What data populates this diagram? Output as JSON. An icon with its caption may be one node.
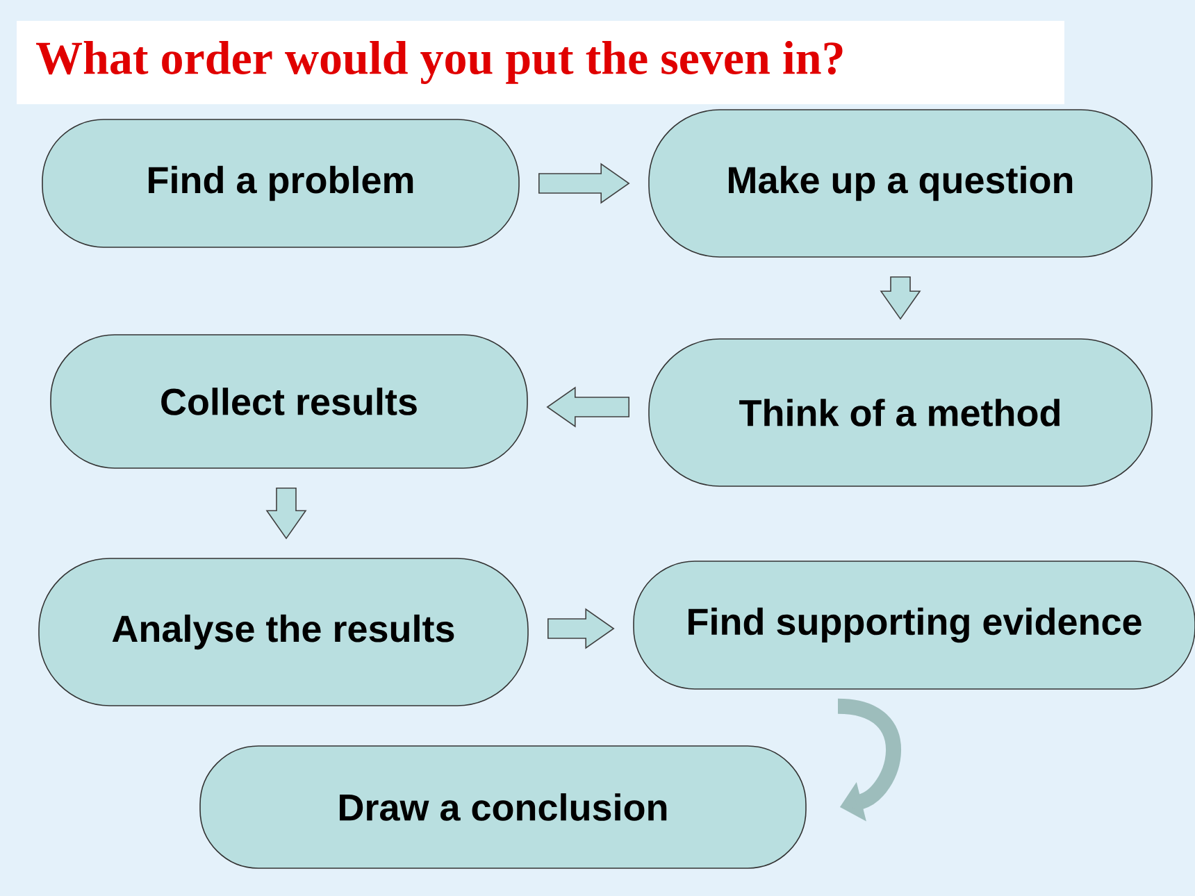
{
  "diagram": {
    "title": "What order would you put the seven in?",
    "nodes": [
      {
        "text": [
          "Find a problem"
        ]
      },
      {
        "text": [
          "Make up a question"
        ]
      },
      {
        "text": [
          "Collect results"
        ]
      },
      {
        "text": [
          "Think of a method"
        ]
      },
      {
        "text": [
          "Analyse the results"
        ]
      },
      {
        "text": [
          "Find supporting evidence"
        ]
      },
      {
        "text": [
          "Draw a conclusion"
        ]
      }
    ],
    "edges": [
      {
        "from": 0,
        "to": 1,
        "arrow": "to"
      },
      {
        "from": 1,
        "to": 3,
        "arrow": "to"
      },
      {
        "from": 3,
        "to": 2,
        "arrow": "to"
      },
      {
        "from": 2,
        "to": 4,
        "arrow": "to"
      },
      {
        "from": 4,
        "to": 5,
        "arrow": "to"
      },
      {
        "from": 5,
        "to": 6,
        "arrow": "to"
      }
    ]
  }
}
